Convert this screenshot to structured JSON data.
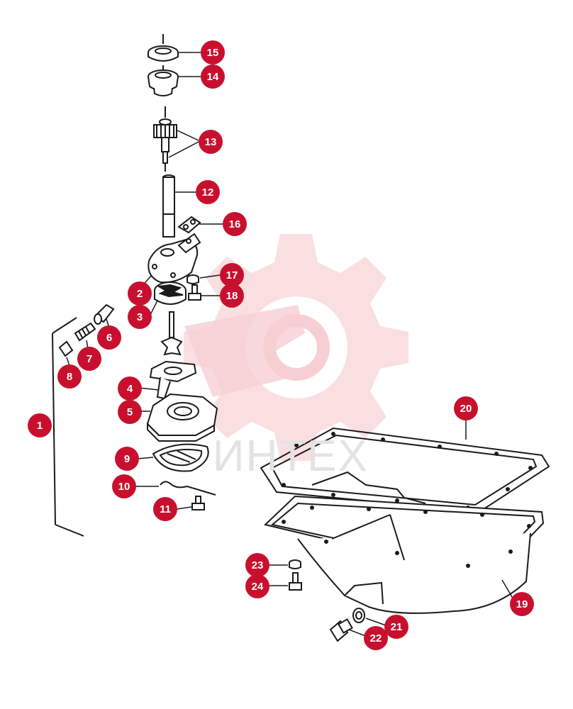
{
  "watermark": {
    "text": "ИНТЕХ"
  },
  "colors": {
    "callout": "#c8102e",
    "line": "#1a1a1a",
    "watermark": "#f2b8bd"
  },
  "callouts": [
    {
      "id": "15",
      "label": "15",
      "part": "oil-seal"
    },
    {
      "id": "14",
      "label": "14",
      "part": "seal-cup"
    },
    {
      "id": "13",
      "label": "13",
      "part": "drive-gear-shaft"
    },
    {
      "id": "12",
      "label": "12",
      "part": "pump-shaft"
    },
    {
      "id": "16",
      "label": "16",
      "part": "gasket"
    },
    {
      "id": "17",
      "label": "17",
      "part": "washer"
    },
    {
      "id": "18",
      "label": "18",
      "part": "bolt"
    },
    {
      "id": "2",
      "label": "2",
      "part": "pump-cover"
    },
    {
      "id": "3",
      "label": "3",
      "part": "rotor"
    },
    {
      "id": "6",
      "label": "6",
      "part": "relief-valve-plunger"
    },
    {
      "id": "7",
      "label": "7",
      "part": "spring"
    },
    {
      "id": "8",
      "label": "8",
      "part": "plug"
    },
    {
      "id": "1",
      "label": "1",
      "part": "oil-pump-assembly"
    },
    {
      "id": "4",
      "label": "4",
      "part": "strainer-gasket"
    },
    {
      "id": "5",
      "label": "5",
      "part": "pump-body"
    },
    {
      "id": "9",
      "label": "9",
      "part": "strainer"
    },
    {
      "id": "10",
      "label": "10",
      "part": "clip"
    },
    {
      "id": "11",
      "label": "11",
      "part": "bolt"
    },
    {
      "id": "20",
      "label": "20",
      "part": "oil-pan-gasket"
    },
    {
      "id": "19",
      "label": "19",
      "part": "oil-pan"
    },
    {
      "id": "23",
      "label": "23",
      "part": "washer"
    },
    {
      "id": "24",
      "label": "24",
      "part": "bolt"
    },
    {
      "id": "21",
      "label": "21",
      "part": "drain-plug-gasket"
    },
    {
      "id": "22",
      "label": "22",
      "part": "drain-plug"
    }
  ]
}
